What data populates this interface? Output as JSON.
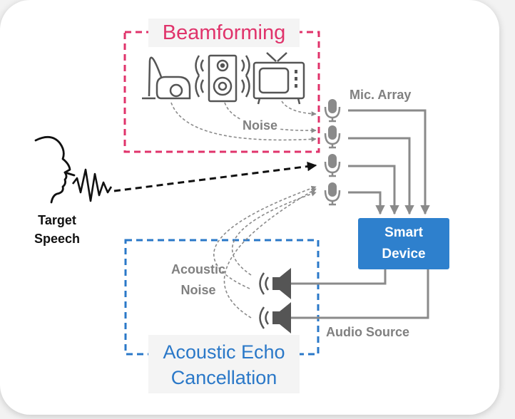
{
  "beamforming": {
    "title": "Beamforming"
  },
  "aec": {
    "title_line1": "Acoustic Echo",
    "title_line2": "Cancellation"
  },
  "labels": {
    "mic_array": "Mic. Array",
    "noise": "Noise",
    "target_speech_line1": "Target",
    "target_speech_line2": "Speech",
    "acoustic_noise_line1": "Acoustic",
    "acoustic_noise_line2": "Noise",
    "audio_source": "Audio Source"
  },
  "device": {
    "line1": "Smart",
    "line2": "Device"
  },
  "colors": {
    "beamforming": "#e0336b",
    "aec": "#2a78c8",
    "device": "#2e80cd",
    "lines": "#8a8a8a"
  },
  "icons": [
    "vacuum-cleaner-icon",
    "speaker-box-icon",
    "tv-icon",
    "microphone-icon",
    "loudspeaker-icon",
    "head-profile-icon",
    "sound-wave-icon"
  ]
}
